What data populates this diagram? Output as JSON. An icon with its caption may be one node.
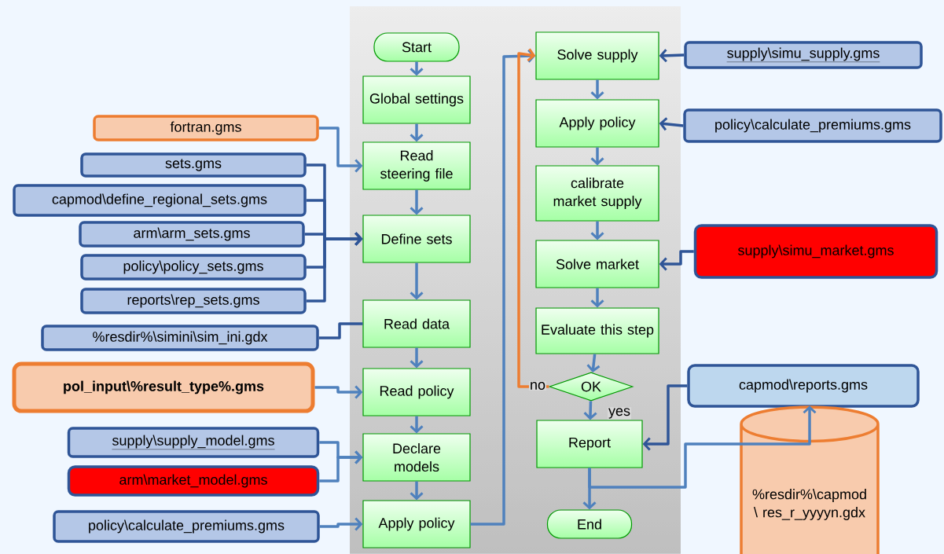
{
  "diagram": {
    "nodes": [
      {
        "text": [
          "Start"
        ]
      },
      {
        "text": [
          "Global settings"
        ]
      },
      {
        "text": [
          "Read steering file"
        ]
      },
      {
        "text": [
          "Define sets"
        ]
      },
      {
        "text": [
          "Read data"
        ]
      },
      {
        "text": [
          "Read policy"
        ]
      },
      {
        "text": [
          "Declare models"
        ]
      },
      {
        "text": [
          "Apply policy"
        ]
      },
      {
        "text": [
          "Solve supply"
        ]
      },
      {
        "text": [
          "Apply policy"
        ]
      },
      {
        "text": [
          "calibrate market supply"
        ]
      },
      {
        "text": [
          "Solve market"
        ]
      },
      {
        "text": [
          "Evaluate this step"
        ]
      },
      {
        "text": [
          "OK"
        ]
      },
      {
        "text": [
          "Report"
        ]
      },
      {
        "text": [
          "End"
        ]
      },
      {
        "text": [
          "fortran.gms"
        ]
      },
      {
        "text": [
          "sets.gms"
        ]
      },
      {
        "text": [
          "capmod\\define_regional_sets.gms"
        ]
      },
      {
        "text": [
          "arm\\arm_sets.gms"
        ]
      },
      {
        "text": [
          "policy\\policy_sets.gms"
        ]
      },
      {
        "text": [
          "reports\\rep_sets.gms"
        ]
      },
      {
        "text": [
          "%resdir%\\simini\\sim_ini.gdx"
        ]
      },
      {
        "text": [
          "pol_input\\%result_type%.gms"
        ]
      },
      {
        "text": [
          "supply\\supply_model.gms"
        ]
      },
      {
        "text": [
          "arm\\market_model.gms"
        ]
      },
      {
        "text": [
          "policy\\calculate_premiums.gms"
        ]
      },
      {
        "text": [
          "supply\\simu_supply.gms"
        ]
      },
      {
        "text": [
          "policy\\calculate_premiums.gms"
        ]
      },
      {
        "text": [
          "supply\\simu_market.gms"
        ]
      },
      {
        "text": [
          "capmod\\reports.gms"
        ]
      },
      {
        "text": [
          "%resdir%\\capmod \\ res_r_yyyyn.gdx"
        ]
      }
    ],
    "edges": [
      {
        "from": 0,
        "to": 1,
        "arrow": "to"
      },
      {
        "from": 1,
        "to": 2,
        "arrow": "to"
      },
      {
        "from": 2,
        "to": 3,
        "arrow": "to"
      },
      {
        "from": 3,
        "to": 4,
        "arrow": "to"
      },
      {
        "from": 4,
        "to": 5,
        "arrow": "to"
      },
      {
        "from": 5,
        "to": 6,
        "arrow": "to"
      },
      {
        "from": 6,
        "to": 7,
        "arrow": "to"
      },
      {
        "from": 7,
        "to": 8,
        "arrow": "to"
      },
      {
        "from": 8,
        "to": 9,
        "arrow": "to"
      },
      {
        "from": 9,
        "to": 10,
        "arrow": "to"
      },
      {
        "from": 10,
        "to": 11,
        "arrow": "to"
      },
      {
        "from": 11,
        "to": 12,
        "arrow": "to"
      },
      {
        "from": 12,
        "to": 13,
        "arrow": "to"
      },
      {
        "from": 13,
        "to": 14,
        "arrow": "to",
        "label": "yes"
      },
      {
        "from": 13,
        "to": 8,
        "arrow": "to",
        "label": "no",
        "color": "#ed7d31"
      },
      {
        "from": 14,
        "to": 15,
        "arrow": "to"
      },
      {
        "from": 14,
        "to": 31,
        "arrow": "to"
      },
      {
        "from": 16,
        "to": 2,
        "arrow": "to"
      },
      {
        "from": 17,
        "to": 3,
        "arrow": "to",
        "color": "#2f5597"
      },
      {
        "from": 18,
        "to": 3,
        "arrow": "to",
        "color": "#2f5597"
      },
      {
        "from": 19,
        "to": 3,
        "arrow": "to",
        "color": "#2f5597"
      },
      {
        "from": 20,
        "to": 3,
        "arrow": "to",
        "color": "#2f5597"
      },
      {
        "from": 21,
        "to": 3,
        "arrow": "to",
        "color": "#2f5597"
      },
      {
        "from": 22,
        "to": 4,
        "arrow": "none",
        "color": "#2f5597"
      },
      {
        "from": 23,
        "to": 5,
        "arrow": "to"
      },
      {
        "from": 24,
        "to": 6,
        "arrow": "to"
      },
      {
        "from": 25,
        "to": 6,
        "arrow": "to"
      },
      {
        "from": 26,
        "to": 7,
        "arrow": "to"
      },
      {
        "from": 27,
        "to": 8,
        "arrow": "to",
        "color": "#2f5597"
      },
      {
        "from": 28,
        "to": 9,
        "arrow": "to",
        "color": "#2f5597"
      },
      {
        "from": 29,
        "to": 11,
        "arrow": "to",
        "color": "#2f5597"
      },
      {
        "from": 30,
        "to": 14,
        "arrow": "to",
        "color": "#2f5597"
      }
    ]
  }
}
